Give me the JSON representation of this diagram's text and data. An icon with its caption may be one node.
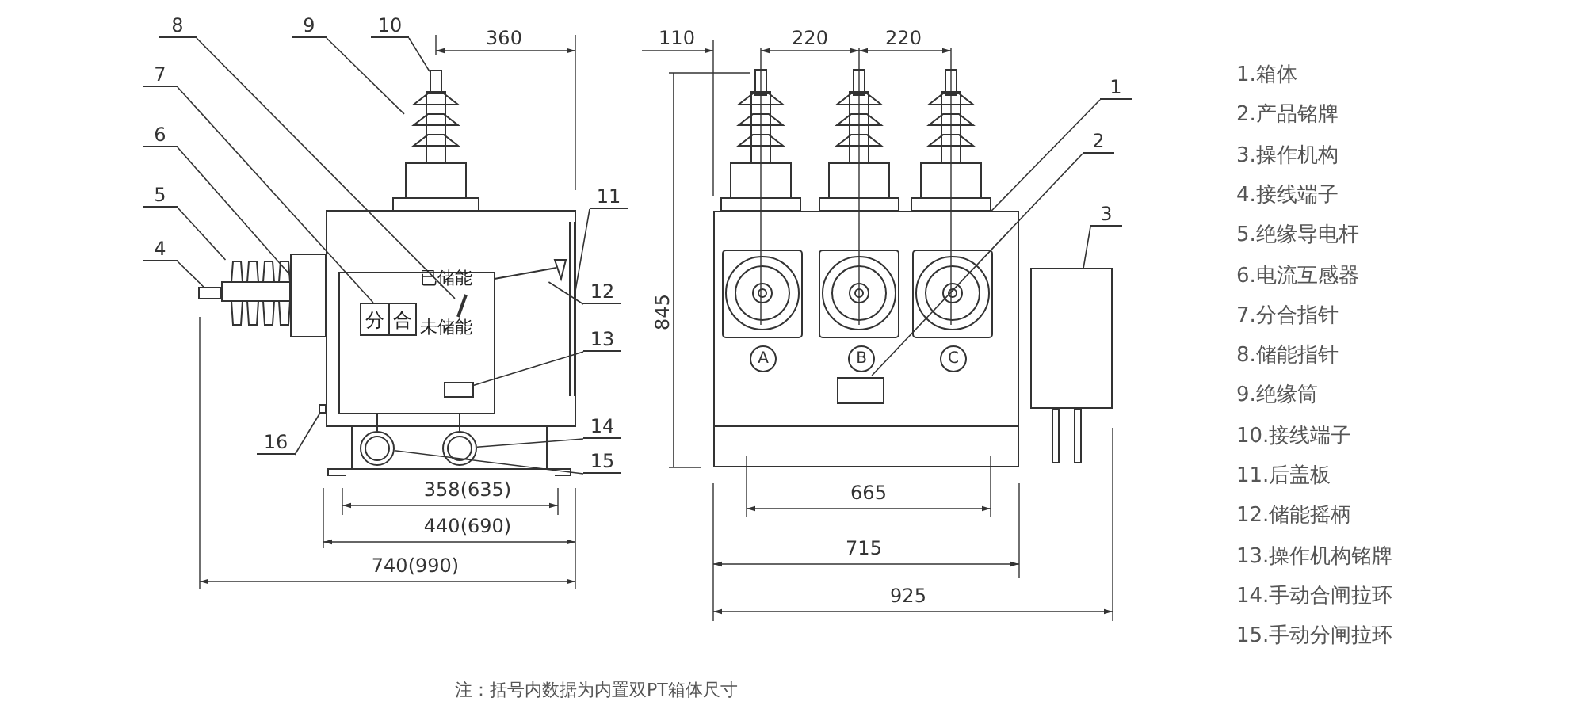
{
  "diagram": {
    "caption": "注：括号内数据为内置双PT箱体尺寸",
    "nodes": [
      {
        "text": [
          "1"
        ]
      },
      {
        "text": [
          "2"
        ]
      },
      {
        "text": [
          "3"
        ]
      },
      {
        "text": [
          "4"
        ]
      },
      {
        "text": [
          "5"
        ]
      },
      {
        "text": [
          "6"
        ]
      },
      {
        "text": [
          "7"
        ]
      },
      {
        "text": [
          "8"
        ]
      },
      {
        "text": [
          "9"
        ]
      },
      {
        "text": [
          "10"
        ]
      },
      {
        "text": [
          "11"
        ]
      },
      {
        "text": [
          "12"
        ]
      },
      {
        "text": [
          "13"
        ]
      },
      {
        "text": [
          "14"
        ]
      },
      {
        "text": [
          "15"
        ]
      },
      {
        "text": [
          "16"
        ]
      },
      {
        "text": [
          "分",
          "合"
        ]
      },
      {
        "text": [],
        "shape": "box"
      },
      {
        "text": [
          "A"
        ],
        "in": 17
      },
      {
        "text": [
          "B"
        ],
        "in": 17
      },
      {
        "text": [
          "C"
        ],
        "in": 17
      },
      {
        "text": [],
        "shape": "box",
        "in": 17
      },
      {
        "text": [],
        "shape": "box"
      },
      {
        "text": [],
        "shape": "box"
      },
      {
        "text": [],
        "shape": "picture"
      },
      {
        "text": [],
        "shape": "box"
      },
      {
        "text": [],
        "shape": "bar"
      },
      {
        "text": [],
        "shape": "picture"
      },
      {
        "text": [],
        "shape": "box"
      },
      {
        "text": [],
        "shape": "bar"
      },
      {
        "text": [],
        "shape": "picture"
      },
      {
        "text": [],
        "shape": "box"
      },
      {
        "text": [],
        "shape": "circle"
      },
      {
        "text": [],
        "shape": "circle"
      },
      {
        "text": [],
        "shape": "box"
      }
    ],
    "edges": [
      {
        "from": 0,
        "to": 17,
        "arrow": "none"
      },
      {
        "from": 1,
        "to": 21,
        "arrow": "none"
      },
      {
        "from": 2,
        "to": 22,
        "arrow": "none"
      },
      {
        "from": 3,
        "to": 23,
        "arrow": "none"
      },
      {
        "from": 4,
        "to": 24,
        "arrow": "none"
      },
      {
        "from": 5,
        "to": 25,
        "arrow": "none"
      },
      {
        "from": 6,
        "to": 16,
        "arrow": "none"
      },
      {
        "from": 7,
        "to": 26,
        "arrow": "none"
      },
      {
        "from": 8,
        "to": 27,
        "arrow": "none"
      },
      {
        "from": 9,
        "to": 28,
        "arrow": "none"
      },
      {
        "from": 10,
        "to": 29,
        "arrow": "none"
      },
      {
        "from": 11,
        "to": 30,
        "arrow": "none"
      },
      {
        "from": 12,
        "to": 31,
        "arrow": "none"
      },
      {
        "from": 13,
        "to": 33,
        "arrow": "none"
      },
      {
        "from": 14,
        "to": 32,
        "arrow": "none"
      },
      {
        "from": 15,
        "to": 34,
        "arrow": "none"
      }
    ],
    "labels": [
      "360",
      "110",
      "220",
      "220",
      "845",
      "已储能",
      "未储能",
      "358(635)",
      "440(690)",
      "740(990)",
      "665",
      "715",
      "925",
      "1.箱体",
      "2.产品铭牌",
      "3.操作机构",
      "4.接线端子",
      "5.绝缘导电杆",
      "6.电流互感器",
      "7.分合指针",
      "8.储能指针",
      "9.绝缘筒",
      "10.接线端子",
      "11.后盖板",
      "12.储能摇柄",
      "13.操作机构铭牌",
      "14.手动合闸拉环",
      "15.手动分闸拉环"
    ]
  }
}
